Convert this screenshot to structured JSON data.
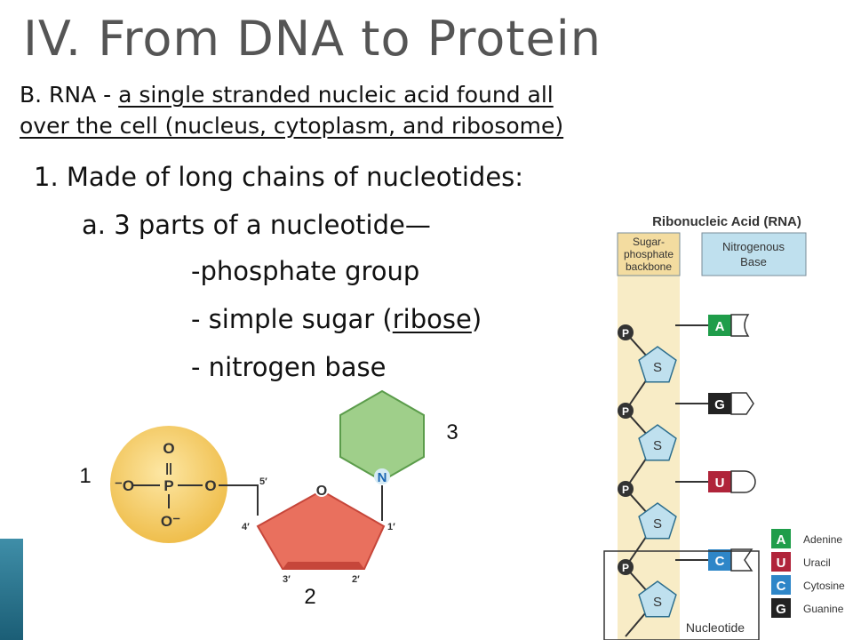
{
  "slide": {
    "title": "IV.  From DNA to Protein",
    "heading_prefix": "B. RNA - ",
    "heading_def_line1": "a single stranded nucleic acid found all",
    "heading_def_line2": "over the cell (nucleus, cytoplasm, and ribosome)",
    "point1": "1. Made of long chains of nucleotides:",
    "point_a": "a.  3 parts of a nucleotide—",
    "part1": "-phosphate group",
    "part2_pre": "- simple sugar (",
    "part2_word": "ribose",
    "part2_post": ")",
    "part3": "- nitrogen base"
  },
  "nucleotide_diagram": {
    "label_1": "1",
    "label_2": "2",
    "label_3": "3",
    "phosphate_P": "P",
    "phosphate_O_top": "O",
    "phosphate_O_bottom": "O⁻",
    "phosphate_O_left": "⁻O",
    "phosphate_O_right": "O",
    "double_bond": "||",
    "ring_O": "O",
    "base_N": "N",
    "c5": "5′",
    "c4": "4′",
    "c1": "1′",
    "c3": "3′",
    "c2": "2′",
    "colors": {
      "phosphate": "#f4c95a",
      "sugar": "#e9705e",
      "base": "#9fcf8a",
      "nitrogen": "#1b66b3"
    }
  },
  "rna_figure": {
    "title": "Ribonucleic Acid (RNA)",
    "backbone_label_lines": [
      "Sugar-",
      "phosphate",
      "backbone"
    ],
    "base_header_lines": [
      "Nitrogenous",
      "Base"
    ],
    "phosphate_symbol": "P",
    "sugar_symbol": "S",
    "strand_bases": [
      "A",
      "G",
      "U",
      "C"
    ],
    "nucleotide_label": "Nucleotide",
    "legend": [
      {
        "letter": "A",
        "name": "Adenine",
        "color": "#1f9d4a"
      },
      {
        "letter": "U",
        "name": "Uracil",
        "color": "#b0243a"
      },
      {
        "letter": "C",
        "name": "Cytosine",
        "color": "#2e86c8"
      },
      {
        "letter": "G",
        "name": "Guanine",
        "color": "#222222"
      }
    ],
    "colors": {
      "backbone": "#f8ecc6",
      "header": "#bfe0ee",
      "sugar": "#bfe0ee"
    }
  }
}
